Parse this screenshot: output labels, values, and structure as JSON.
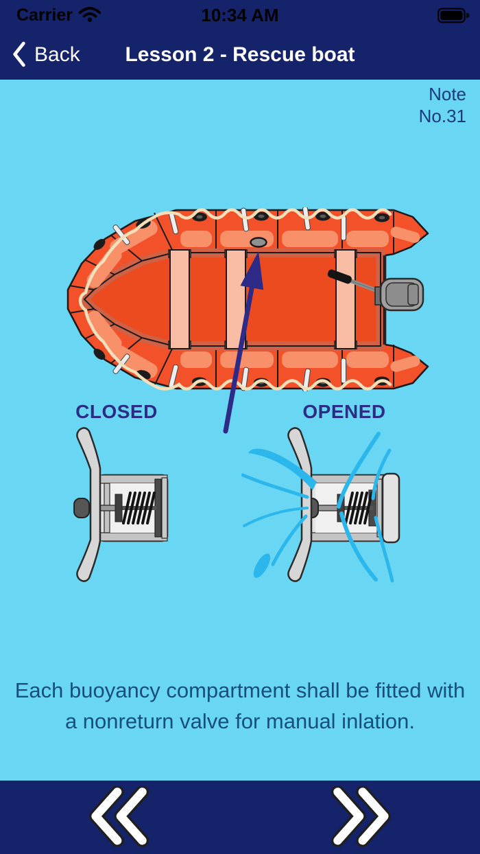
{
  "status_bar": {
    "carrier": "Carrier",
    "time": "10:34 AM"
  },
  "nav_bar": {
    "back_label": "Back",
    "title": "Lesson 2 - Rescue boat"
  },
  "note": {
    "line1": "Note",
    "line2": "No.31"
  },
  "diagram": {
    "closed_label": "CLOSED",
    "opened_label": "OPENED",
    "boat_alt": "rescue boat top view with nonreturn valve pointer"
  },
  "caption": {
    "text": "Each buoyancy compartment shall be fitted with a nonreturn valve for manual inlation."
  },
  "colors": {
    "bar_navy": "#15236a",
    "background_blue": "#69d7f3",
    "label_indigo": "#2b2d85",
    "caption_blue": "#174e80",
    "arrow_indigo": "#2e2a87",
    "boat_orange": "#f2512a",
    "boat_floor": "#ec4a1f",
    "thwart_pink": "#f9bca4",
    "rope_cream": "#f3e0ba",
    "spray_blue": "#2cb7ec"
  }
}
